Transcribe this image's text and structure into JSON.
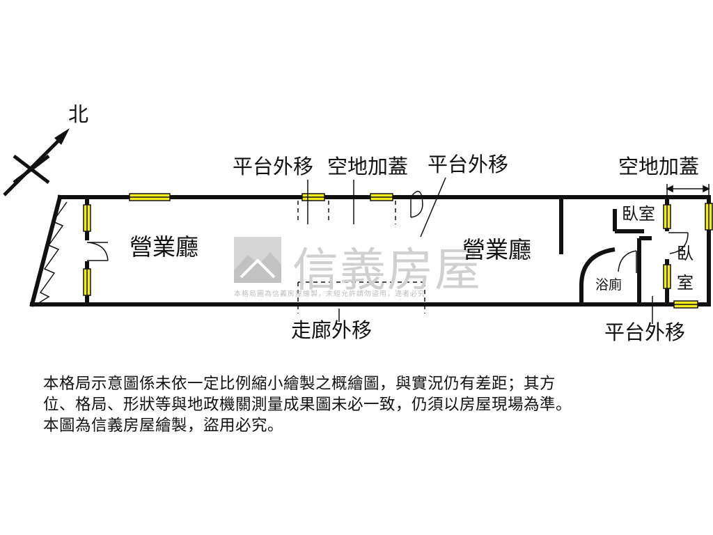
{
  "compass": {
    "label": "北"
  },
  "rooms": {
    "business_hall_left": "營業廳",
    "business_hall_right": "營業廳",
    "bedroom_upper": "臥室",
    "bedroom_lower": "臥",
    "bedroom_lower_2": "室",
    "bathroom": "浴廁"
  },
  "annotations": {
    "platform_shift_left": "平台外移",
    "extension_mid": "空地加蓋",
    "platform_shift_mid": "平台外移",
    "extension_right": "空地加蓋",
    "corridor_shift": "走廊外移",
    "platform_shift_right": "平台外移"
  },
  "watermark": {
    "brand": "信義房屋",
    "notice": "本格局圖為信義房屋繪製，未經允許請勿盜用，違者必究"
  },
  "disclaimer": [
    "本格局示意圖係未依一定比例縮小繪製之概繪圖，與實況仍有差距；其方",
    "位、格局、形狀等與地政機關測量成果圖未必一致，仍須以房屋現場為準。",
    "本圖為信義房屋繪製，盜用必究。"
  ],
  "colors": {
    "wall": "#111111",
    "window_fill": "#f4ec1e",
    "watermark": "#d0d0d0"
  }
}
